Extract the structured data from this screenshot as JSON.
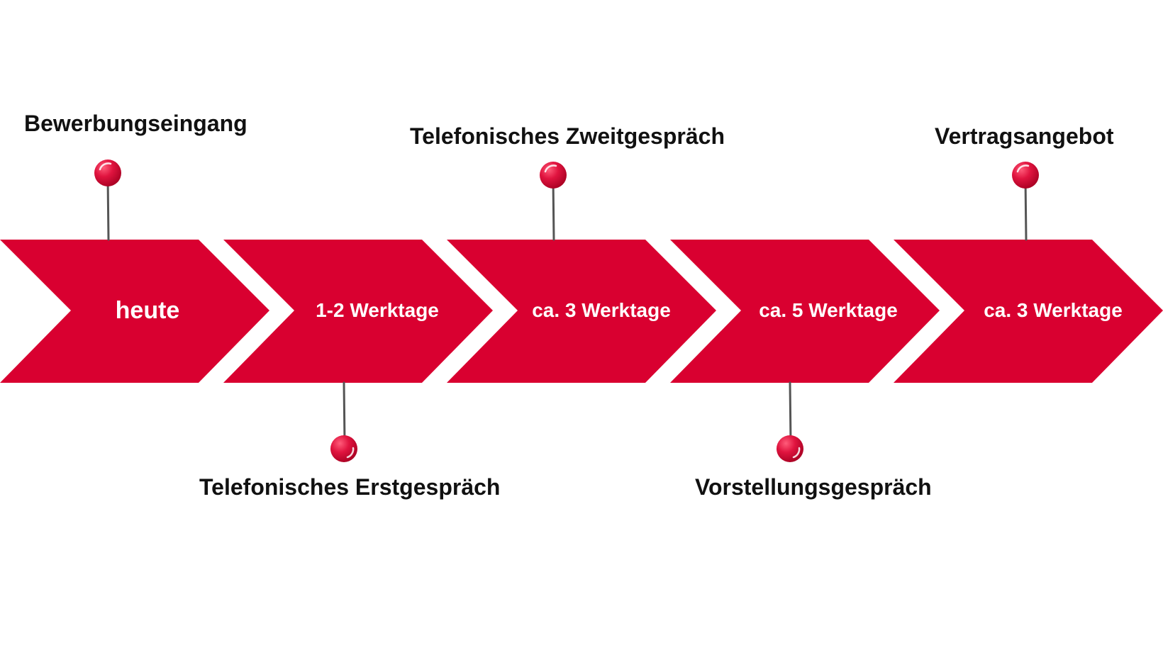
{
  "colors": {
    "chevron": "#d90030",
    "chevron_text": "#ffffff",
    "pin_head": "#d9002f",
    "pin_needle": "#555555",
    "label_text": "#111111"
  },
  "phases": [
    {
      "label": "heute"
    },
    {
      "label": "1-2 Werktage"
    },
    {
      "label": "ca. 3 Werktage"
    },
    {
      "label": "ca. 5 Werktage"
    },
    {
      "label": "ca. 3 Werktage"
    }
  ],
  "milestones": [
    {
      "label": "Bewerbungseingang",
      "side": "top"
    },
    {
      "label": "Telefonisches Erstgespräch",
      "side": "bottom"
    },
    {
      "label": "Telefonisches Zweitgespräch",
      "side": "top"
    },
    {
      "label": "Vorstellungsgespräch",
      "side": "bottom"
    },
    {
      "label": "Vertragsangebot",
      "side": "top"
    }
  ]
}
